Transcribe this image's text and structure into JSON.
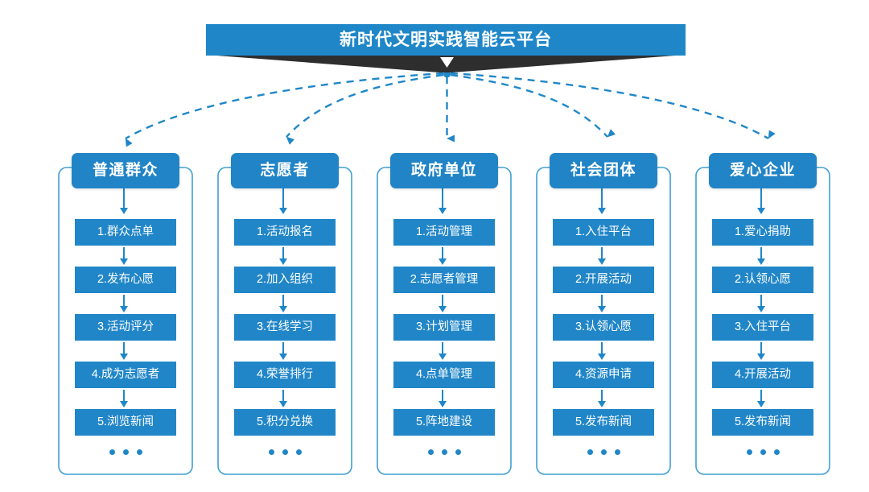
{
  "title": {
    "text": "新时代文明实践智能云平台",
    "chevron_icon": "chevron-down-icon"
  },
  "theme": {
    "brand_blue": "#1f87c8",
    "header_blue": "#2184c6",
    "item_blue": "#2186c8",
    "frame_blue": "#3f9fd4",
    "shadow_dark": "#2e2e2e",
    "background": "#ffffff",
    "text_on_blue": "#ffffff"
  },
  "connector": {
    "style": "dashed",
    "color": "#1f87c8",
    "origin_label": "platform-hub",
    "arrow_icon": "arrow-down-icon"
  },
  "ellipsis_glyph": "•••",
  "columns": [
    {
      "id": "general-public",
      "header": "普通群众",
      "items": [
        "1.群众点单",
        "2.发布心愿",
        "3.活动评分",
        "4.成为志愿者",
        "5.浏览新闻"
      ]
    },
    {
      "id": "volunteer",
      "header": "志愿者",
      "items": [
        "1.活动报名",
        "2.加入组织",
        "3.在线学习",
        "4.荣誉排行",
        "5.积分兑换"
      ]
    },
    {
      "id": "government-unit",
      "header": "政府单位",
      "items": [
        "1.活动管理",
        "2.志愿者管理",
        "3.计划管理",
        "4.点单管理",
        "5.阵地建设"
      ]
    },
    {
      "id": "social-group",
      "header": "社会团体",
      "items": [
        "1.入住平台",
        "2.开展活动",
        "3.认领心愿",
        "4.资源申请",
        "5.发布新闻"
      ]
    },
    {
      "id": "caring-enterprise",
      "header": "爱心企业",
      "items": [
        "1.爱心捐助",
        "2.认领心愿",
        "3.入住平台",
        "4.开展活动",
        "5.发布新闻"
      ]
    }
  ]
}
